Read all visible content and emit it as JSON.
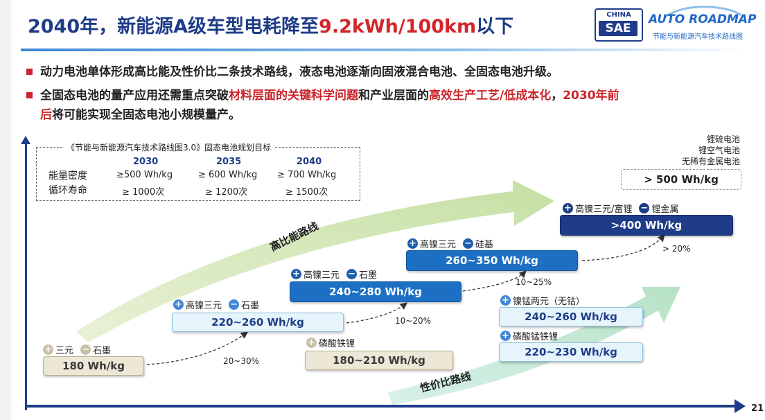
{
  "header": {
    "title_main": "2040年，新能源A级车型电耗降至",
    "title_highlight": "9.2kWh/100km",
    "title_tail": "以下",
    "logo_china": "CHINA",
    "logo_sae": "SAE",
    "logo_roadmap": "AUTO ROADMAP",
    "logo_roadmap_sub": "节能与新能源汽车技术路线图"
  },
  "bullets": [
    {
      "text": "动力电池单体形成高比能及性价比二条技术路线，液态电池逐渐向固液混合电池、全固态电池升级。"
    },
    {
      "part1": "全固态电池的量产应用还需重点突破",
      "red1": "材料层面的关键科学问题",
      "part2": "和产业层面的",
      "red2": "高效生产工艺/低成本化",
      "part3": "，",
      "red3": "2030年前",
      "line2_red": "后",
      "line2_rest": "将可能实现全固态电池小规模量产。"
    }
  ],
  "targets": {
    "title": "《节能与新能源汽车技术路线图3.0》固态电池规划目标",
    "years": [
      "2030",
      "2035",
      "2040"
    ],
    "rows": [
      {
        "label": "能量密度",
        "values": [
          "≥500 Wh/kg",
          "≥ 600 Wh/kg",
          "≥ 700 Wh/kg"
        ]
      },
      {
        "label": "循环寿命",
        "values": [
          "≥ 1000次",
          "≥ 1200次",
          "≥ 1500次"
        ]
      }
    ]
  },
  "routes": {
    "high_energy": "高比能路线",
    "cost_effective": "性价比路线"
  },
  "stages": [
    {
      "plus": "三元",
      "minus": "石墨",
      "value": "180 Wh/kg"
    },
    {
      "plus": "高镍三元",
      "minus": "石墨",
      "value": "220~260 Wh/kg"
    },
    {
      "plus": "高镍三元",
      "minus": "石墨",
      "value": "240~280 Wh/kg"
    },
    {
      "plus": "高镍三元",
      "minus": "硅基",
      "value": "260~350 Wh/kg"
    },
    {
      "plus": "高镍三元/富锂",
      "minus": "锂金属",
      "value": ">400 Wh/kg"
    }
  ],
  "cost_stages": [
    {
      "plus": "磷酸铁锂",
      "value": "180~210 Wh/kg"
    },
    {
      "plus": "镍锰两元（无钴）",
      "value": "240~260 Wh/kg"
    },
    {
      "plus": "磷酸锰铁锂",
      "value": "220~230 Wh/kg"
    }
  ],
  "increments": [
    "20~30%",
    "10~20%",
    "10~25%",
    "> 20%"
  ],
  "future": {
    "items": [
      "锂硫电池",
      "锂空气电池",
      "无稀有金属电池"
    ],
    "value": "> 500 Wh/kg"
  },
  "page_number": "21",
  "colors": {
    "title": "#1f3c88",
    "accent_red": "#c9252b",
    "navy": "#1f3c88",
    "blue": "#1d6fc4",
    "light": "#e6f4fb",
    "tan": "#ece7d6"
  }
}
